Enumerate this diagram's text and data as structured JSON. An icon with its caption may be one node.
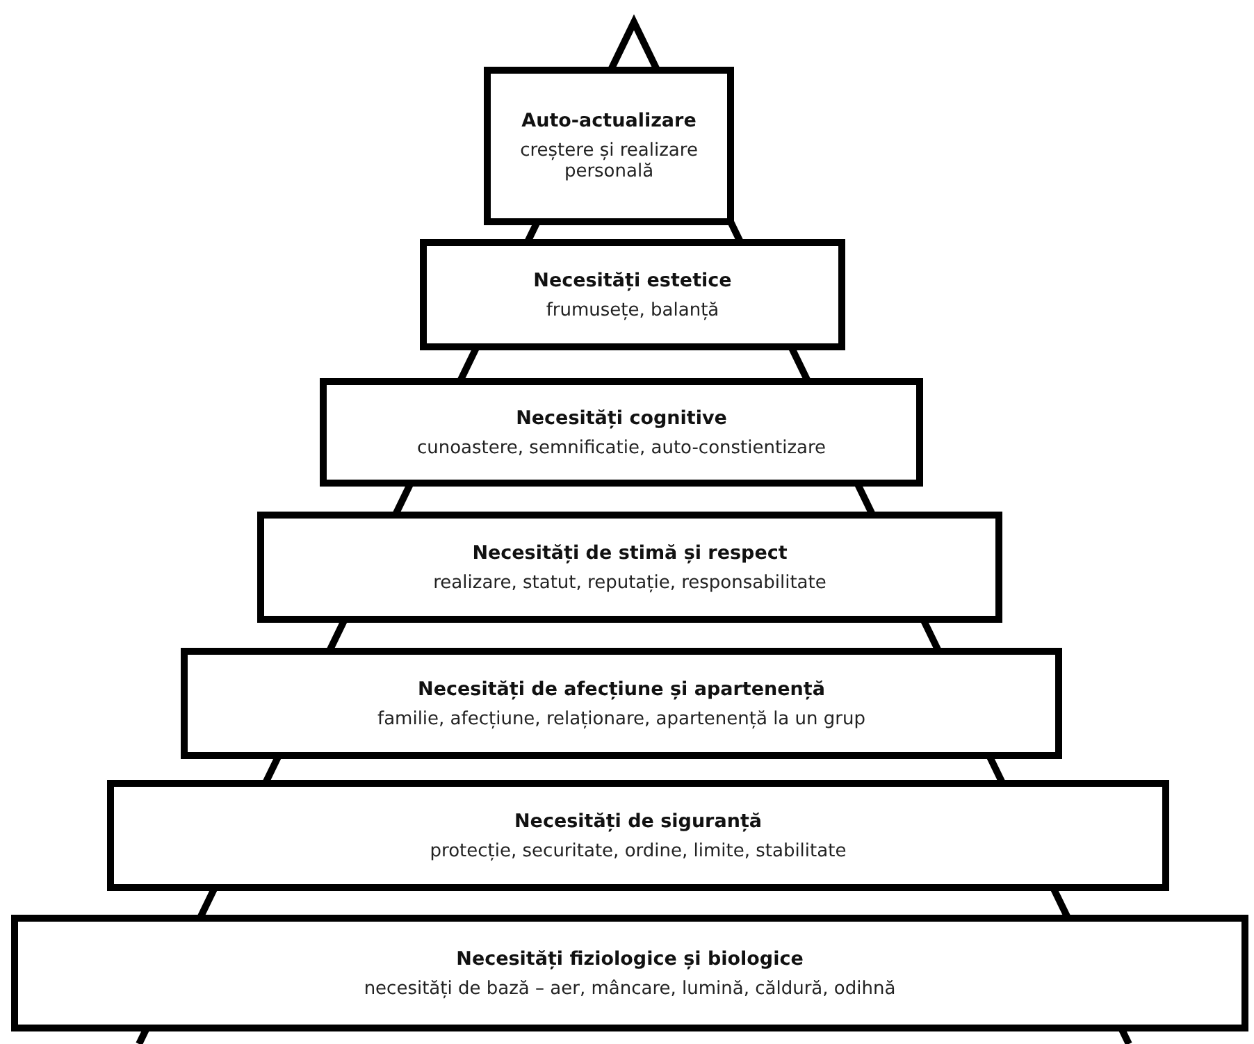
{
  "diagram": {
    "nodes": [
      {
        "text": [
          "Auto-actualizare",
          "creștere și realizare personală"
        ]
      },
      {
        "text": [
          "Necesități estetice",
          "frumusețe, balanță"
        ]
      },
      {
        "text": [
          "Necesități cognitive",
          "cunoastere, semnificatie, auto-constientizare"
        ]
      },
      {
        "text": [
          "Necesități de stimă și respect",
          "realizare, statut, reputație, responsabilitate"
        ]
      },
      {
        "text": [
          "Necesități de afecțiune și apartenență",
          "familie, afecțiune, relaționare, apartenență la un grup"
        ]
      },
      {
        "text": [
          "Necesități de siguranță",
          "protecție, securitate, ordine, limite, stabilitate"
        ]
      },
      {
        "text": [
          "Necesități fiziologice și biologice",
          "necesități de bază – aer, mâncare, lumină, căldură, odihnă"
        ]
      }
    ]
  }
}
